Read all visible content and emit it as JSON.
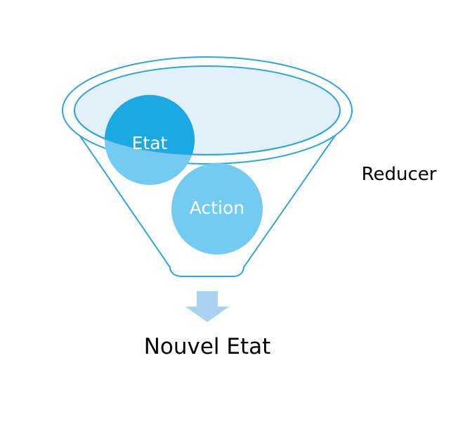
{
  "diagram": {
    "circles": {
      "state": "Etat",
      "action": "Action"
    },
    "funnel_label": "Reducer",
    "result_label": "Nouvel Etat"
  },
  "colors": {
    "funnel_outline": "#2ea6df",
    "funnel_mouth_fill": "#e2f0fa",
    "state_circle": "#73cbf1",
    "state_circle_overlap": "#1ba9e3",
    "action_circle": "#73cbf1",
    "arrow": "#a9d2f1"
  }
}
